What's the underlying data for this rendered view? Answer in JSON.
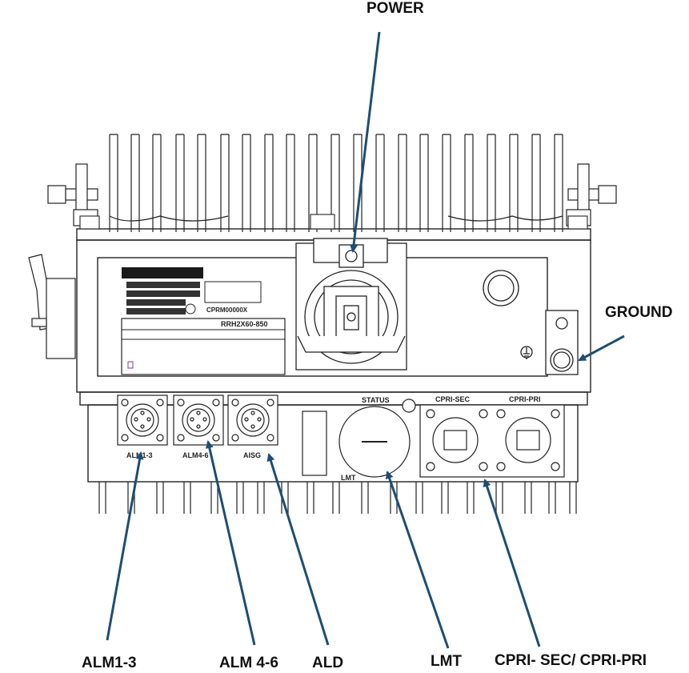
{
  "callouts": {
    "power": "POWER",
    "ground": "GROUND",
    "alm1_3": "ALM1-3",
    "alm4_6": "ALM 4-6",
    "ald": "ALD",
    "lmt": "LMT",
    "cpri": "CPRI- SEC/ CPRI-PRI"
  },
  "panel_labels": {
    "model": "RRH2X60-850",
    "serial": "CPRM00000X",
    "status": "STATUS",
    "cpri_sec": "CPRI-SEC",
    "cpri_pri": "CPRI-PRI",
    "alm1": "ALM1-3",
    "alm2": "ALM4-6",
    "aisg": "AISG",
    "lmt_port": "LMT"
  },
  "colors": {
    "arrow": "#1d4e74",
    "line": "#222222"
  }
}
